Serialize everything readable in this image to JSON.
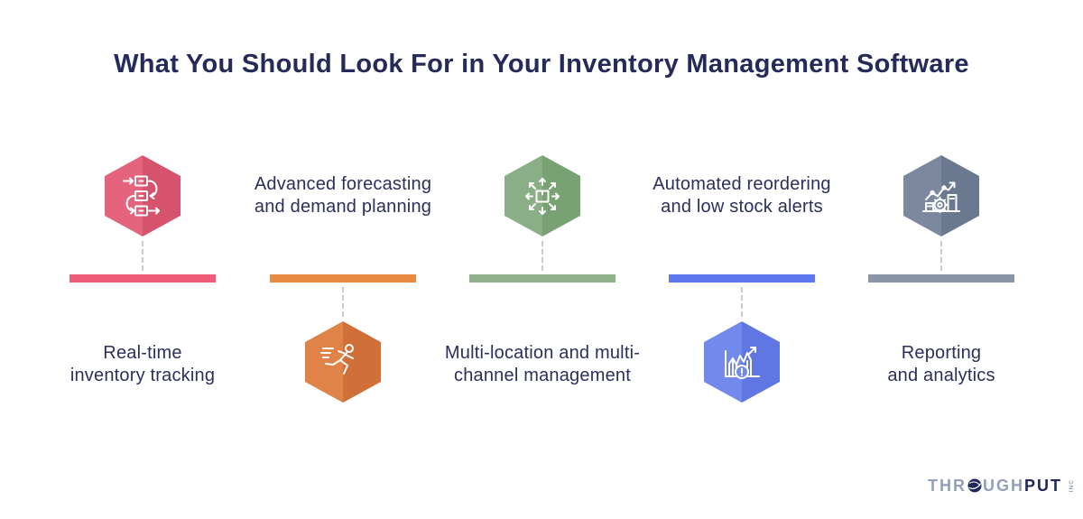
{
  "title": "What You Should Look For in Your Inventory Management Software",
  "colors": {
    "background": "#ffffff",
    "title_text": "#262a5a",
    "label_text": "#2b2f5c",
    "connector": "#cbcbcb"
  },
  "columns": [
    {
      "label_line1": "Real-time",
      "label_line2": "inventory tracking",
      "icon": "process-flow-icon",
      "icon_position": "top",
      "hex_color_light": "#e4647e",
      "hex_color_dark": "#d5536c",
      "bar_color": "#f05c78"
    },
    {
      "label_line1": "Advanced forecasting",
      "label_line2": "and demand planning",
      "icon": "fast-runner-icon",
      "icon_position": "bottom",
      "hex_color_light": "#e08348",
      "hex_color_dark": "#d06f38",
      "bar_color": "#e98a41"
    },
    {
      "label_line1": "Multi-location and multi-",
      "label_line2": "channel management",
      "icon": "box-distribution-icon",
      "icon_position": "top",
      "hex_color_light": "#8aae86",
      "hex_color_dark": "#78a274",
      "bar_color": "#8fb28b"
    },
    {
      "label_line1": "Automated reordering",
      "label_line2": "and low stock alerts",
      "icon": "stock-alert-chart-icon",
      "icon_position": "bottom",
      "hex_color_light": "#7389ec",
      "hex_color_dark": "#6076e2",
      "bar_color": "#5d78ef"
    },
    {
      "label_line1": "Reporting",
      "label_line2": "and analytics",
      "icon": "reporting-analytics-icon",
      "icon_position": "top",
      "hex_color_light": "#7b88a0",
      "hex_color_dark": "#6a7890",
      "bar_color": "#8b95a8"
    }
  ],
  "logo": {
    "part1": "THR",
    "part2": "UGH",
    "part3": "PUT",
    "suffix": "INC",
    "globe_color": "#20265a",
    "light_color": "#93a0b8",
    "dark_color": "#20265a"
  }
}
